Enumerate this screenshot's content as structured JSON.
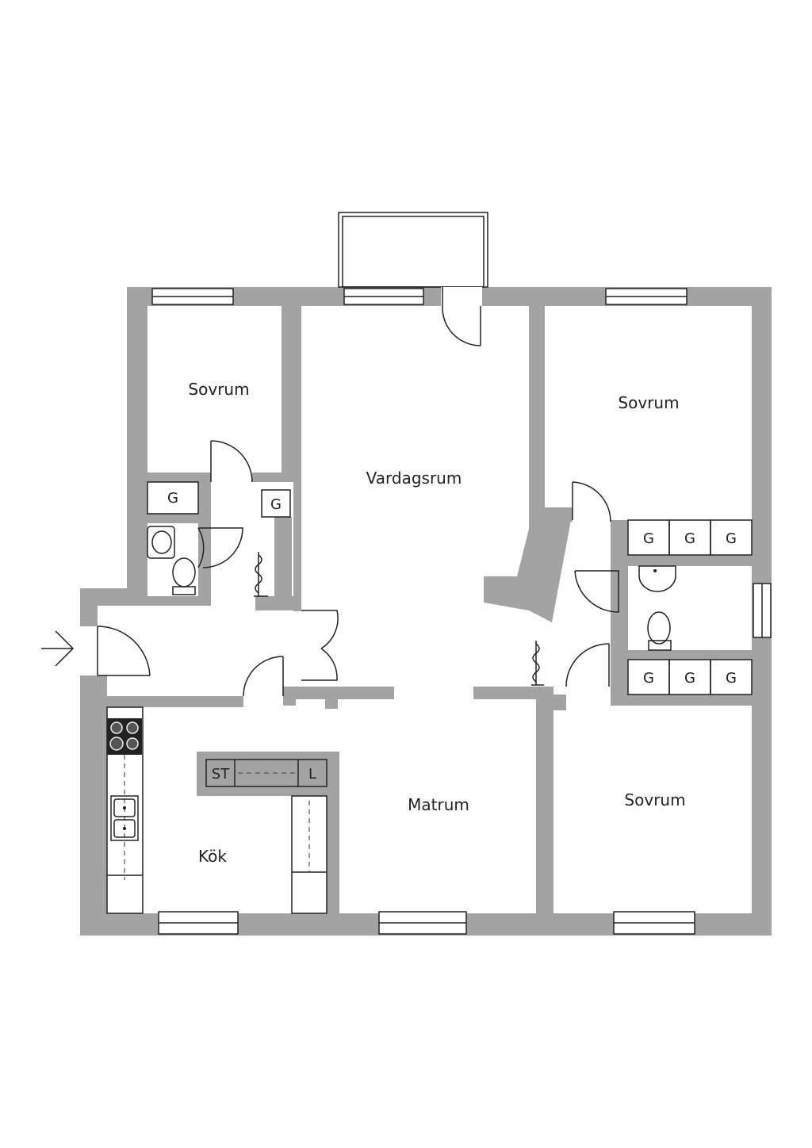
{
  "rooms": {
    "bedroom_top_left": "Sovrum",
    "living_room": "Vardagsrum",
    "bedroom_top_right": "Sovrum",
    "dining_room": "Matrum",
    "kitchen": "Kök",
    "bedroom_bottom_right": "Sovrum"
  },
  "closets": {
    "left_1": "G",
    "left_2": "G",
    "right_top_1": "G",
    "right_top_2": "G",
    "right_top_3": "G",
    "right_bottom_1": "G",
    "right_bottom_2": "G",
    "right_bottom_3": "G"
  },
  "kitchen_units": {
    "stove_unit": "ST",
    "l_unit": "L"
  },
  "colors": {
    "wall": "#a3a3a3",
    "line": "#222222",
    "background": "#ffffff"
  }
}
